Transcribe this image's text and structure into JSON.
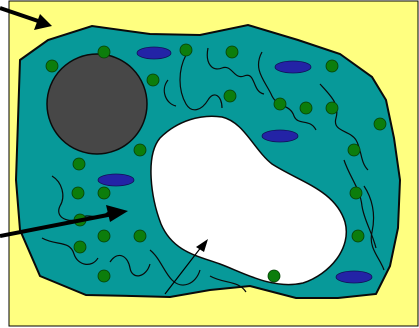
{
  "colors": {
    "background": "#ffff80",
    "cell_wall": "#0a0a0a",
    "cytoplasm": "#079999",
    "nucleus": "#474747",
    "vacuole": "#ffffff",
    "chloroplast": "#0c7d0c",
    "mitochondrion": "#2323a6",
    "er_strand": "#0a0a0a",
    "pointer_arrow": "#000000"
  },
  "parts": {
    "cell_wall": "cell-wall",
    "cytoplasm": "cytoplasm",
    "nucleus": "nucleus",
    "vacuole": "vacuole",
    "chloroplast": "chloroplast",
    "mitochondrion": "mitochondrion",
    "endoplasmic_reticulum": "endoplasmic-reticulum"
  },
  "pointers": [
    {
      "target": "cell-wall"
    },
    {
      "target": "cytoplasm"
    },
    {
      "target": "vacuole"
    }
  ]
}
